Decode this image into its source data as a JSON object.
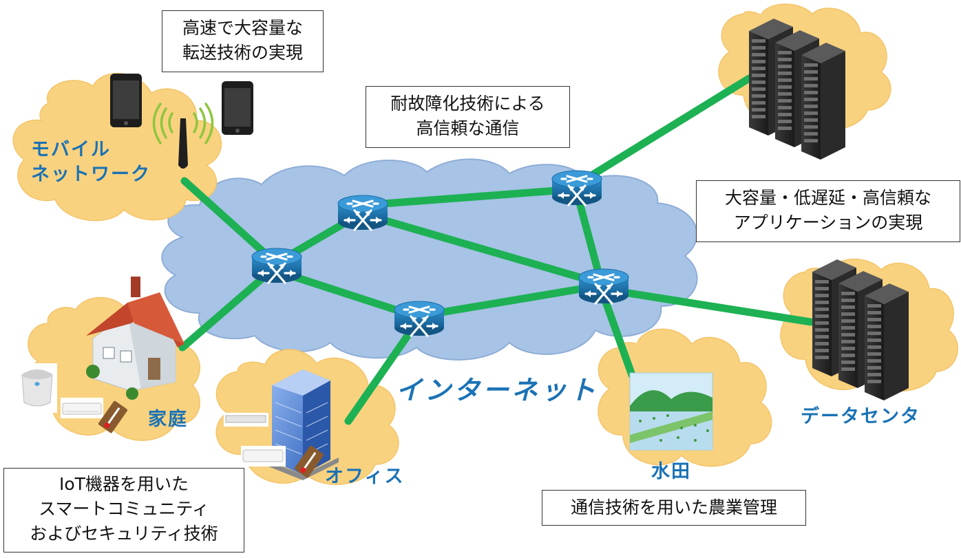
{
  "internet_label": "インターネット",
  "locations": {
    "mobile": [
      "モバイル",
      "ネットワーク"
    ],
    "home": "家庭",
    "office": "オフィス",
    "paddy": "水田",
    "datacenter": "データセンタ"
  },
  "callouts": {
    "high_speed": [
      "高速で大容量な",
      "転送技術の実現"
    ],
    "fault_tolerance": [
      "耐故障化技術による",
      "高信頼な通信"
    ],
    "applications": [
      "大容量・低遅延・高信頼な",
      "アプリケーションの実現"
    ],
    "iot": [
      "IoT機器を用いた",
      "スマートコミュニティ",
      "およびセキュリティ技術"
    ],
    "agriculture": "通信技術を用いた農業管理"
  },
  "colors": {
    "link": "#1db154",
    "router": "#1f79b5",
    "internet_cloud": "#a7c3e6",
    "site_cloud": "#f9d27f",
    "label_text": "#1a72b5"
  }
}
